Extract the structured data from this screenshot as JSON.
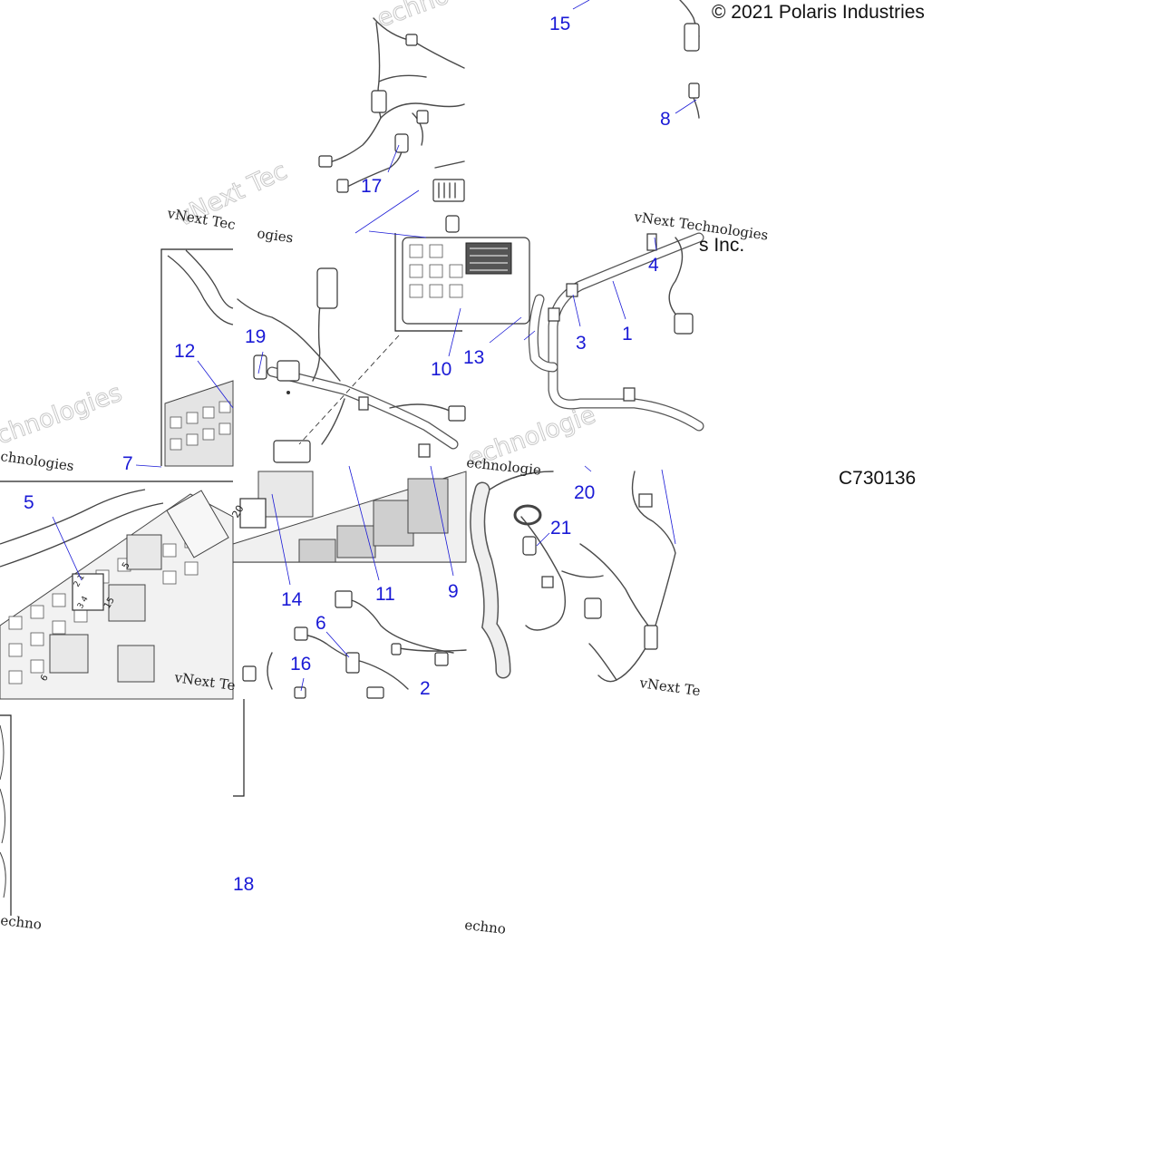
{
  "copyright": "© 2021 Polaris Industries",
  "copyright_fragment": "s Inc.",
  "diagram_code": "C730136",
  "watermark_text": "vNext Technologies",
  "watermark_fragments": {
    "tl": "vNext Tec",
    "tl2": "ogies",
    "tr": "vNext Technologies",
    "mid_left": "chnologies",
    "mid_center": "echnologie",
    "bottom_left": "vNext Te",
    "bottom_right": "vNext Te",
    "edge1": "echno",
    "edge2": "echno"
  },
  "callouts": {
    "c1": "1",
    "c2": "2",
    "c3": "3",
    "c4": "4",
    "c5": "5",
    "c6": "6",
    "c7": "7",
    "c8": "8",
    "c9": "9",
    "c10": "10",
    "c11": "11",
    "c12": "12",
    "c13": "13",
    "c14": "14",
    "c15": "15",
    "c16": "16",
    "c17": "17",
    "c18": "18",
    "c19": "19",
    "c20": "20",
    "c21": "21"
  },
  "fuse_box_labels": {
    "relay_numbers": "2 1",
    "relay_numbers2": "3 4",
    "cell_5": "5",
    "cell_15": "15",
    "cell_6": "6",
    "cell_20": "20"
  },
  "colors": {
    "callout": "#1a1ad6",
    "line_art": "#4a4a4a",
    "background": "#ffffff"
  }
}
